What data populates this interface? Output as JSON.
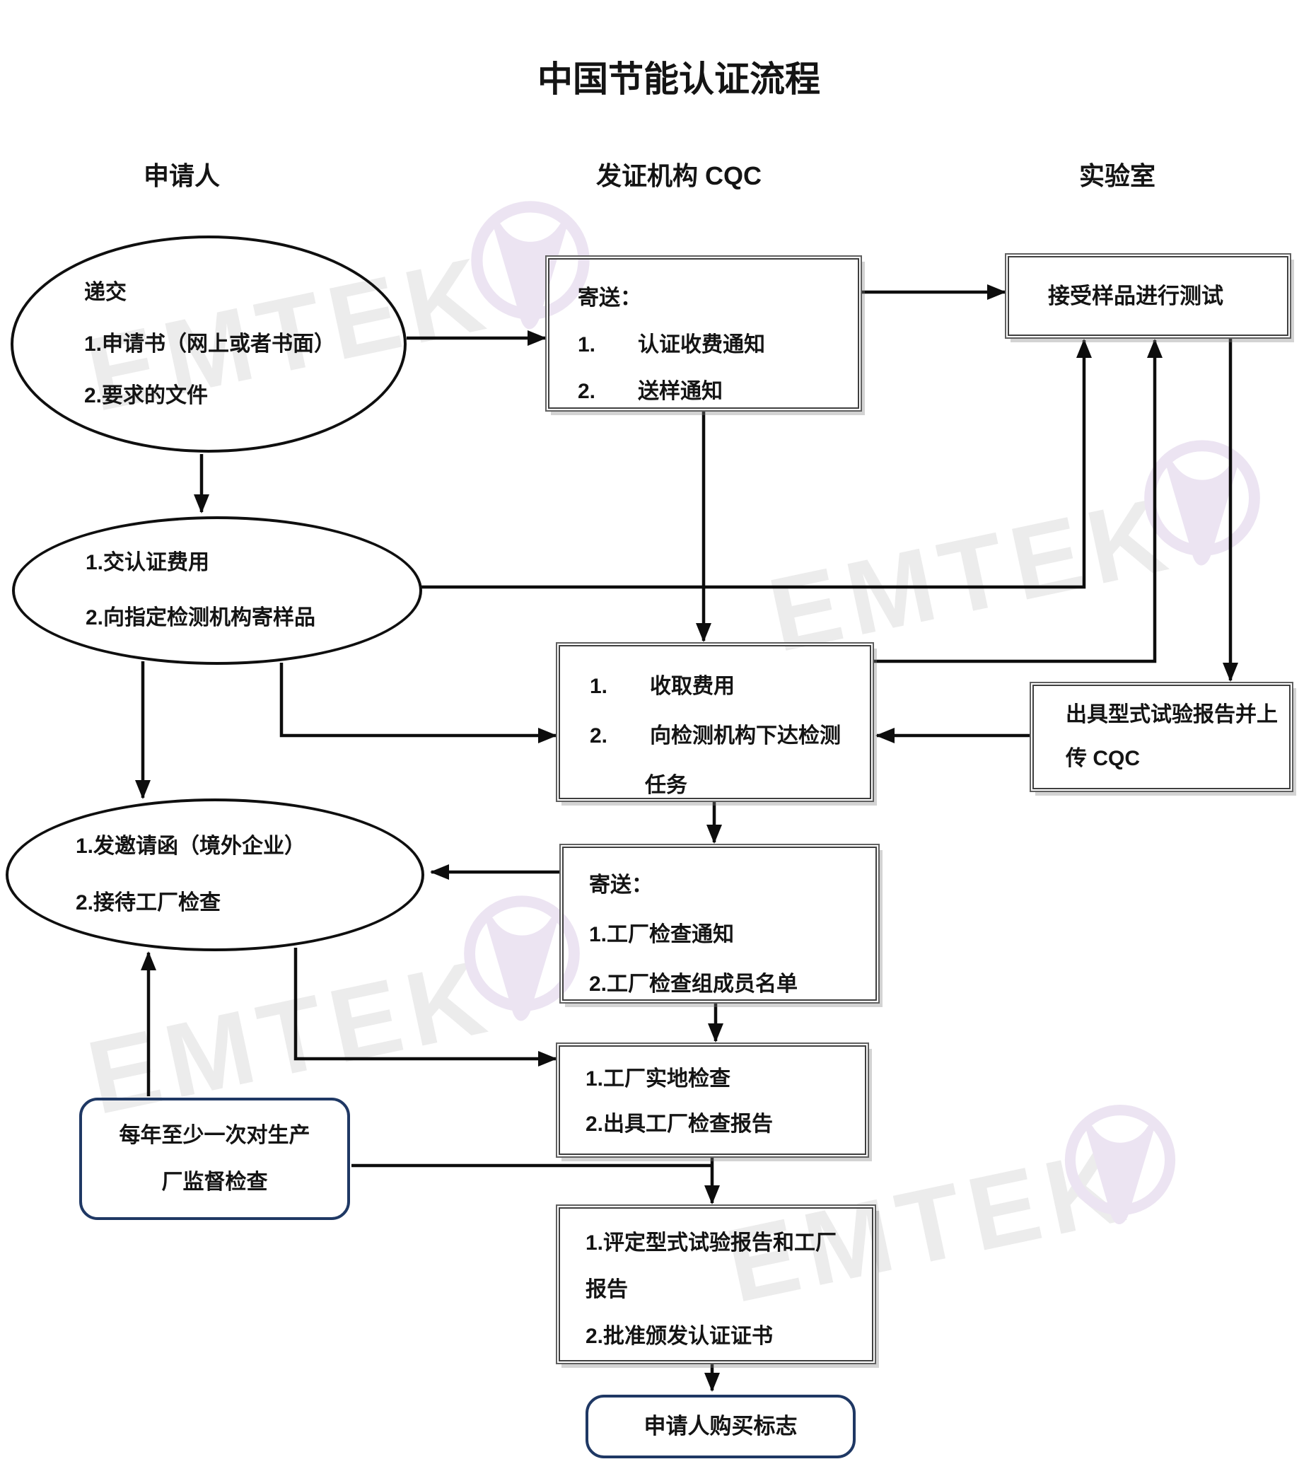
{
  "title": "中国节能认证流程",
  "columns": {
    "applicant": "申请人",
    "issuer": "发证机构 CQC",
    "lab": "实验室"
  },
  "watermark": {
    "text": "EMTEK",
    "text_color": "#ececec",
    "logo_color": "#ece4f2"
  },
  "accent": {
    "navy_border": "#1f3864",
    "line_color": "#0d0d0d"
  },
  "nodes": {
    "submit": {
      "lines": [
        "递交",
        "1.申请书（网上或者书面）",
        "2.要求的文件"
      ]
    },
    "send_notices": {
      "lines": [
        "寄送：",
        "1.　　认证收费通知",
        "2.　　送样通知"
      ]
    },
    "accept_sample": {
      "lines": [
        "接受样品进行测试"
      ]
    },
    "pay_fee": {
      "lines": [
        "1.交认证费用",
        "2.向指定检测机构寄样品"
      ]
    },
    "collect_fee": {
      "lines": [
        "1.　　收取费用",
        "2.　　向检测机构下达检测",
        "任务"
      ]
    },
    "issue_report": {
      "lines": [
        "出具型式试验报告并上",
        "传 CQC"
      ]
    },
    "invite": {
      "lines": [
        "1.发邀请函（境外企业）",
        "2.接待工厂检查"
      ]
    },
    "send_inspection": {
      "lines": [
        "寄送：",
        "1.工厂检查通知",
        "2.工厂检查组成员名单"
      ]
    },
    "site_inspection": {
      "lines": [
        "1.工厂实地检查",
        "2.出具工厂检查报告"
      ]
    },
    "supervision": {
      "lines": [
        "每年至少一次对生产",
        "厂监督检查"
      ]
    },
    "evaluate": {
      "lines": [
        "1.评定型式试验报告和工厂",
        "报告",
        "2.批准颁发认证证书"
      ]
    },
    "buy_mark": {
      "lines": [
        "申请人购买标志"
      ]
    }
  }
}
